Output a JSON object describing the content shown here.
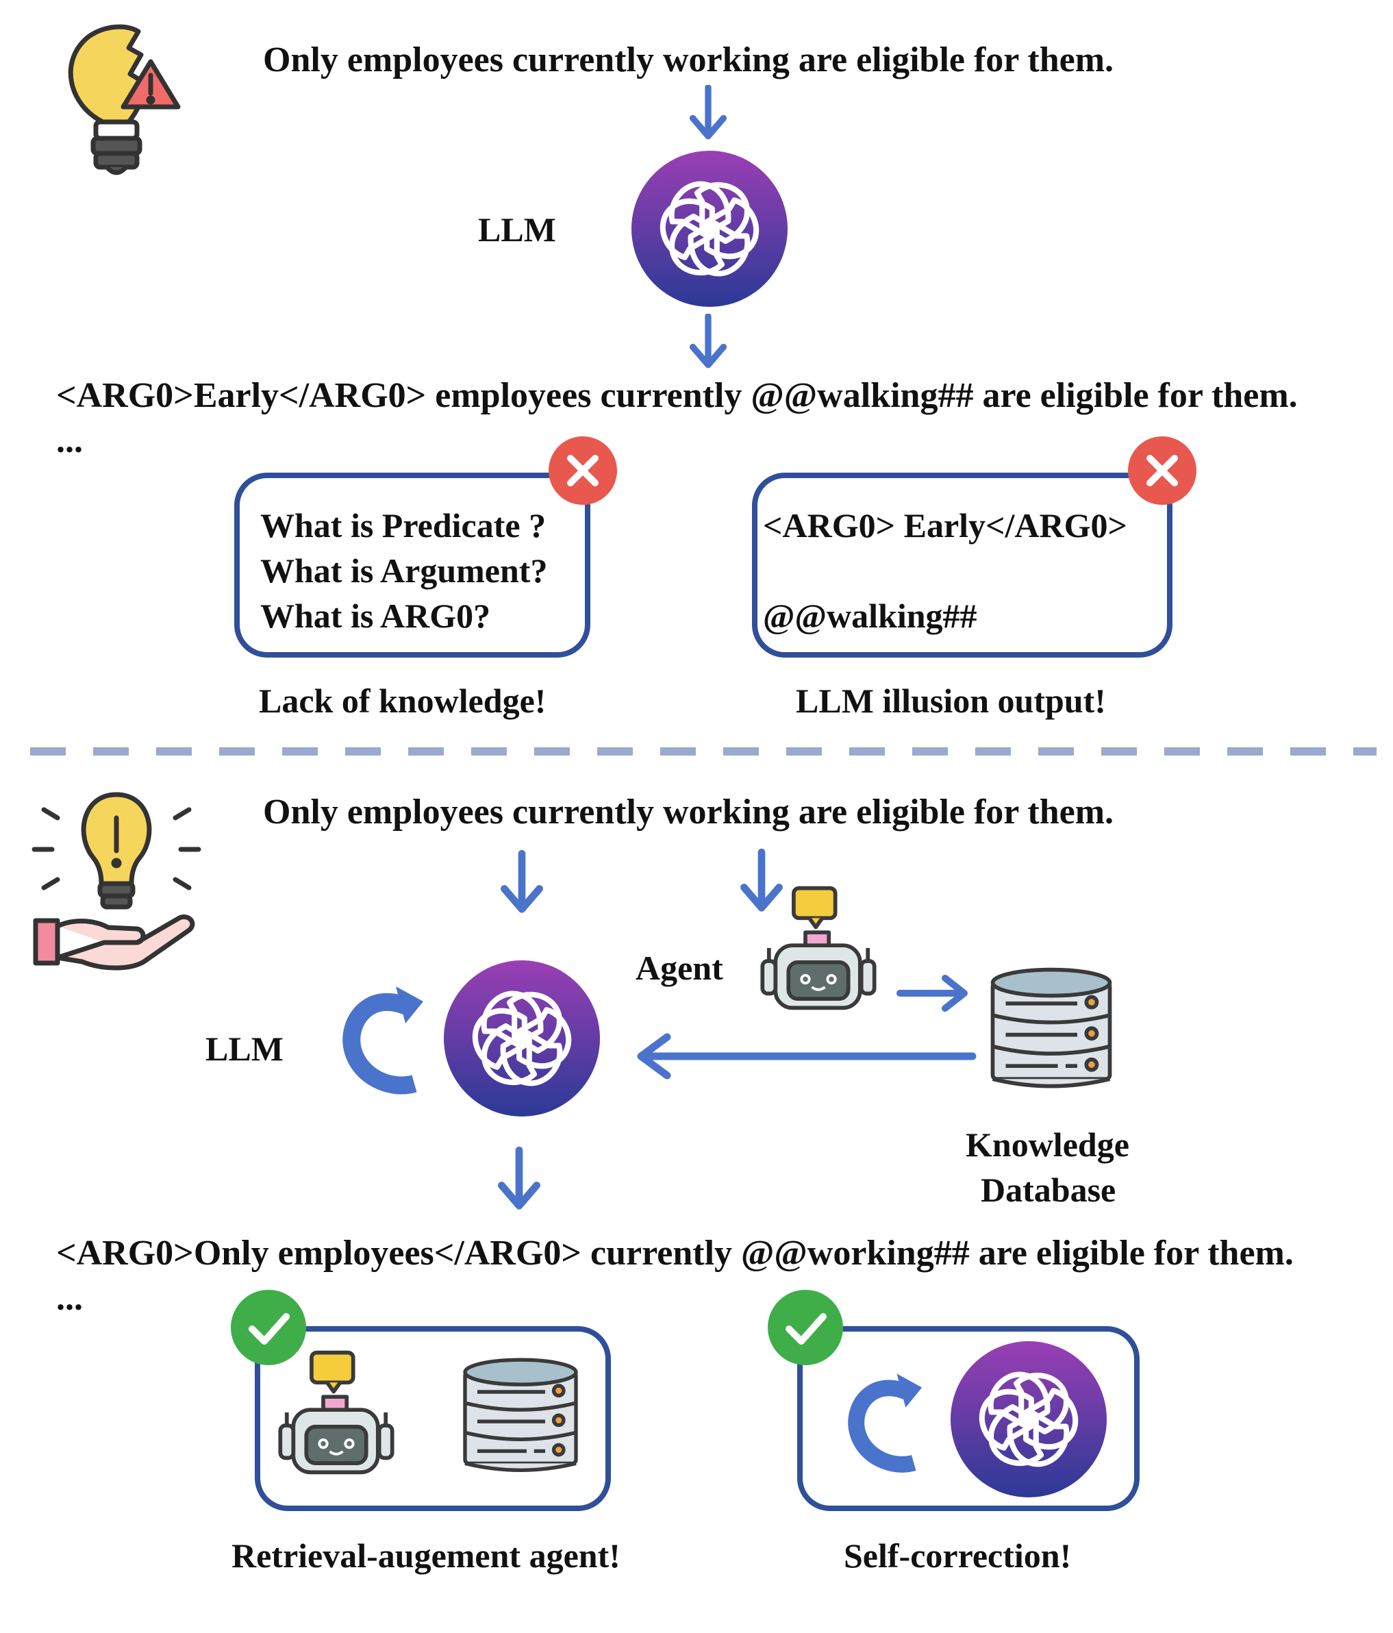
{
  "top": {
    "input_sentence": "Only employees currently working are eligible for them.",
    "llm_label": "LLM",
    "output_sentence": "<ARG0>Early</ARG0> employees currently @@walking## are eligible for them.",
    "ellipsis": "...",
    "box_left": {
      "lines": [
        "What is Predicate ?",
        "What is Argument?",
        "What is ARG0?"
      ],
      "caption": "Lack of knowledge!"
    },
    "box_right": {
      "line1": "<ARG0> Early</ARG0>",
      "line2": "@@walking##",
      "caption": "LLM illusion output!"
    }
  },
  "bottom": {
    "input_sentence": "Only employees currently working are eligible for them.",
    "llm_label": "LLM",
    "agent_label": "Agent",
    "kb_label_line1": "Knowledge",
    "kb_label_line2": "Database",
    "output_sentence": "<ARG0>Only employees</ARG0> currently @@working## are eligible for them.",
    "ellipsis": "...",
    "caption_left": "Retrieval-augement agent!",
    "caption_right": "Self-correction!"
  },
  "icons": {
    "broken_bulb": "broken-lightbulb-warning-icon",
    "idea_bulb": "idea-lightbulb-hand-icon",
    "llm": "openai-logo-icon",
    "robot": "robot-agent-icon",
    "database": "database-icon",
    "cycle": "refresh-cycle-icon",
    "wrong": "cross-icon",
    "right": "check-icon"
  },
  "colors": {
    "arrow_blue": "#4a73cc",
    "box_border": "#2f4f9a",
    "divider": "#9aa9cf",
    "wrong_red": "#e8584f",
    "right_green": "#3fae49",
    "logo_top": "#8e3fb0",
    "logo_bottom": "#2f3a9a"
  }
}
